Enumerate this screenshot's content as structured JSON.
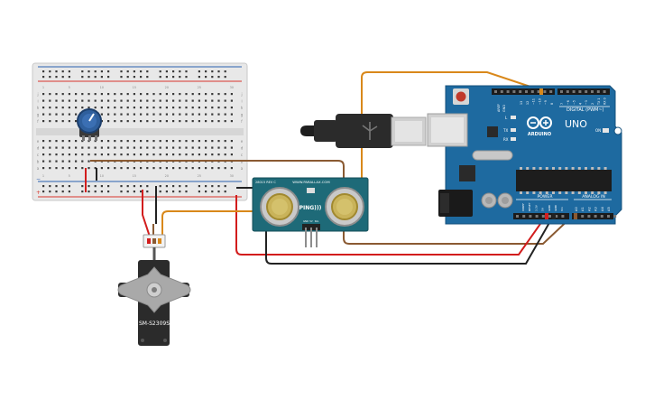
{
  "canvas": {
    "background": "#ffffff"
  },
  "colors": {
    "breadboard": "#e8e8e8",
    "breadboard_hole": "#3a3a3a",
    "rail_red": "#d9352b",
    "rail_blue": "#2a60b0",
    "arduino": "#1e6aa0",
    "arduino_dark": "#14507c",
    "sensor": "#1e6a78",
    "servo": "#2b2b2b",
    "wire_orange": "#d9881a",
    "wire_brown": "#8a5a32",
    "wire_red": "#d21d1d",
    "wire_black": "#222222",
    "pot_knob": "#2f5f9c"
  },
  "arduino": {
    "brand": "ARDUINO",
    "model": "UNO",
    "digital_label": "DIGITAL (PWM~)",
    "power_label": "POWER",
    "analog_label": "ANALOG IN",
    "aref_label": "AREF",
    "gnd_label": "GND",
    "tx_label": "TX",
    "rx_label": "RX",
    "l_label": "L",
    "on_label": "ON",
    "digital_pins": [
      "13",
      "12",
      "~11",
      "~10",
      "~9",
      "8",
      "7",
      "~6",
      "~5",
      "4",
      "~3",
      "2",
      "TX 1",
      "RX 0"
    ],
    "power_pins": [
      "IOREF",
      "RESET",
      "3.3V",
      "5V",
      "GND",
      "GND",
      "Vin"
    ],
    "analog_pins": [
      "A0",
      "A1",
      "A2",
      "A3",
      "A4",
      "A5"
    ]
  },
  "sensor": {
    "name": "PING)))",
    "brand": "WWW.PARALLAX.COM",
    "revision": "28015 REV C",
    "pins": [
      "GND",
      "5V",
      "SIG"
    ]
  },
  "servo": {
    "model": "SM-S2309S"
  },
  "breadboard": {
    "column_numbers": [
      "1",
      "5",
      "10",
      "15",
      "20",
      "25",
      "30"
    ],
    "row_letters_top": [
      "j",
      "i",
      "h",
      "g",
      "f"
    ],
    "row_letters_bottom": [
      "e",
      "d",
      "c",
      "b",
      "a"
    ]
  }
}
